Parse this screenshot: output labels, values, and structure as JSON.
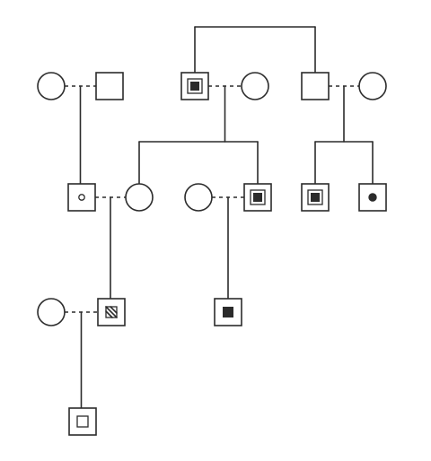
{
  "diagram": {
    "type": "pedigree",
    "individuals": [
      {
        "id": "g1_f1",
        "sex": "female",
        "marker": "none"
      },
      {
        "id": "g1_m1",
        "sex": "male",
        "marker": "none"
      },
      {
        "id": "g1_m2",
        "sex": "male",
        "marker": "square-in-square-filled-center"
      },
      {
        "id": "g1_f2",
        "sex": "female",
        "marker": "none"
      },
      {
        "id": "g1_m3",
        "sex": "male",
        "marker": "none"
      },
      {
        "id": "g1_f3",
        "sex": "female",
        "marker": "none"
      },
      {
        "id": "g2_m1",
        "sex": "male",
        "marker": "small-open-circle"
      },
      {
        "id": "g2_f1",
        "sex": "female",
        "marker": "none"
      },
      {
        "id": "g2_f2",
        "sex": "female",
        "marker": "none"
      },
      {
        "id": "g2_m2",
        "sex": "male",
        "marker": "square-in-square-filled-center"
      },
      {
        "id": "g2_m3",
        "sex": "male",
        "marker": "square-in-square-filled-center"
      },
      {
        "id": "g2_m4",
        "sex": "male",
        "marker": "filled-dot"
      },
      {
        "id": "g3_f1",
        "sex": "female",
        "marker": "none"
      },
      {
        "id": "g3_m1",
        "sex": "male",
        "marker": "hatched-square"
      },
      {
        "id": "g3_m2",
        "sex": "male",
        "marker": "filled-square"
      },
      {
        "id": "g4_m1",
        "sex": "male",
        "marker": "open-inner-square"
      }
    ],
    "couples": [
      [
        "g1_f1",
        "g1_m1"
      ],
      [
        "g1_m2",
        "g1_f2"
      ],
      [
        "g1_m3",
        "g1_f3"
      ],
      [
        "g2_m1",
        "g2_f1"
      ],
      [
        "g2_f2",
        "g2_m2"
      ],
      [
        "g3_f1",
        "g3_m1"
      ]
    ],
    "sibling_link": [
      "g1_m2",
      "g1_m3"
    ],
    "descent": [
      {
        "parents": [
          "g1_f1",
          "g1_m1"
        ],
        "children": [
          "g2_m1"
        ]
      },
      {
        "parents": [
          "g1_m2",
          "g1_f2"
        ],
        "children": [
          "g2_f1",
          "g2_m2"
        ]
      },
      {
        "parents": [
          "g1_m3",
          "g1_f3"
        ],
        "children": [
          "g2_m3",
          "g2_m4"
        ]
      },
      {
        "parents": [
          "g2_m1",
          "g2_f1"
        ],
        "children": [
          "g3_m1"
        ]
      },
      {
        "parents": [
          "g2_f2",
          "g2_m2"
        ],
        "children": [
          "g3_m2"
        ]
      },
      {
        "parents": [
          "g3_f1",
          "g3_m1"
        ],
        "children": [
          "g4_m1"
        ]
      }
    ]
  }
}
